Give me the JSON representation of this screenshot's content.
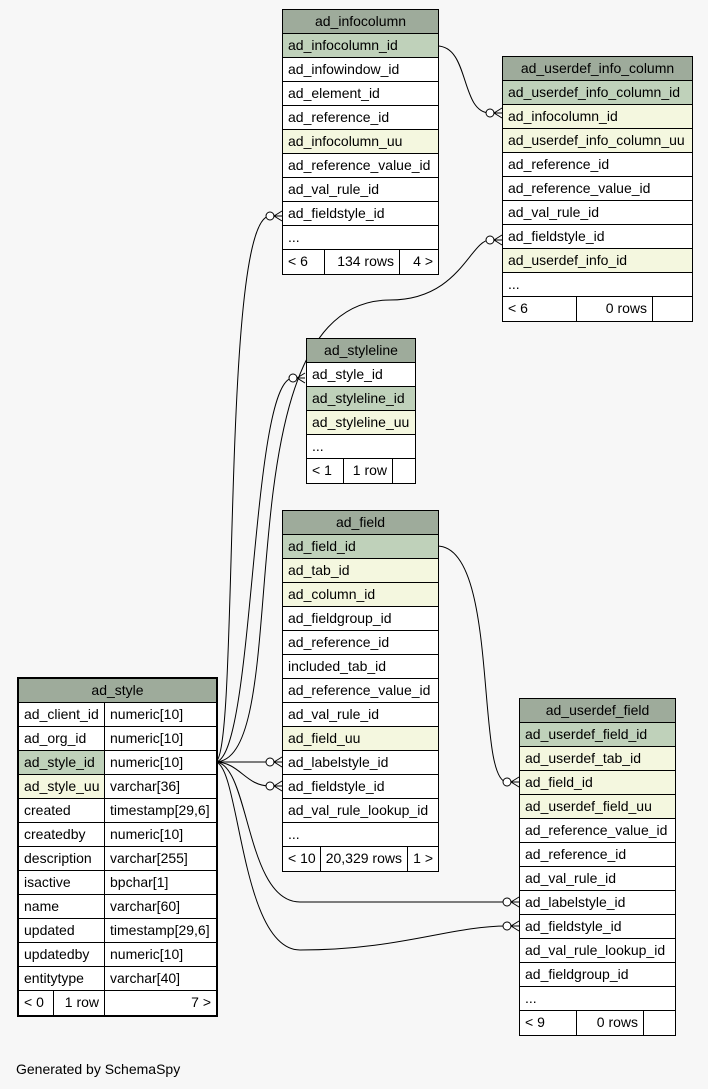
{
  "tables": {
    "ad_infocolumn": {
      "name": "ad_infocolumn",
      "columns": [
        {
          "name": "ad_infocolumn_id",
          "kind": "pk"
        },
        {
          "name": "ad_infowindow_id",
          "kind": "plain"
        },
        {
          "name": "ad_element_id",
          "kind": "plain"
        },
        {
          "name": "ad_reference_id",
          "kind": "plain"
        },
        {
          "name": "ad_infocolumn_uu",
          "kind": "fk"
        },
        {
          "name": "ad_reference_value_id",
          "kind": "plain"
        },
        {
          "name": "ad_val_rule_id",
          "kind": "plain"
        },
        {
          "name": "ad_fieldstyle_id",
          "kind": "plain"
        },
        {
          "name": "...",
          "kind": "plain"
        }
      ],
      "footer": {
        "parents": "< 6",
        "rows": "134 rows",
        "children": "4 >"
      }
    },
    "ad_userdef_info_column": {
      "name": "ad_userdef_info_column",
      "columns": [
        {
          "name": "ad_userdef_info_column_id",
          "kind": "pk"
        },
        {
          "name": "ad_infocolumn_id",
          "kind": "fk"
        },
        {
          "name": "ad_userdef_info_column_uu",
          "kind": "fk"
        },
        {
          "name": "ad_reference_id",
          "kind": "plain"
        },
        {
          "name": "ad_reference_value_id",
          "kind": "plain"
        },
        {
          "name": "ad_val_rule_id",
          "kind": "plain"
        },
        {
          "name": "ad_fieldstyle_id",
          "kind": "plain"
        },
        {
          "name": "ad_userdef_info_id",
          "kind": "fk"
        },
        {
          "name": "...",
          "kind": "plain"
        }
      ],
      "footer": {
        "parents": "< 6",
        "rows": "0 rows",
        "children": ""
      }
    },
    "ad_styleline": {
      "name": "ad_styleline",
      "columns": [
        {
          "name": "ad_style_id",
          "kind": "plain"
        },
        {
          "name": "ad_styleline_id",
          "kind": "pk"
        },
        {
          "name": "ad_styleline_uu",
          "kind": "fk"
        },
        {
          "name": "...",
          "kind": "plain"
        }
      ],
      "footer": {
        "parents": "< 1",
        "rows": "1 row",
        "children": ""
      }
    },
    "ad_field": {
      "name": "ad_field",
      "columns": [
        {
          "name": "ad_field_id",
          "kind": "pk"
        },
        {
          "name": "ad_tab_id",
          "kind": "fk"
        },
        {
          "name": "ad_column_id",
          "kind": "fk"
        },
        {
          "name": "ad_fieldgroup_id",
          "kind": "plain"
        },
        {
          "name": "ad_reference_id",
          "kind": "plain"
        },
        {
          "name": "included_tab_id",
          "kind": "plain"
        },
        {
          "name": "ad_reference_value_id",
          "kind": "plain"
        },
        {
          "name": "ad_val_rule_id",
          "kind": "plain"
        },
        {
          "name": "ad_field_uu",
          "kind": "fk"
        },
        {
          "name": "ad_labelstyle_id",
          "kind": "plain"
        },
        {
          "name": "ad_fieldstyle_id",
          "kind": "plain"
        },
        {
          "name": "ad_val_rule_lookup_id",
          "kind": "plain"
        },
        {
          "name": "...",
          "kind": "plain"
        }
      ],
      "footer": {
        "parents": "< 10",
        "rows": "20,329 rows",
        "children": "1 >"
      }
    },
    "ad_userdef_field": {
      "name": "ad_userdef_field",
      "columns": [
        {
          "name": "ad_userdef_field_id",
          "kind": "pk"
        },
        {
          "name": "ad_userdef_tab_id",
          "kind": "fk"
        },
        {
          "name": "ad_field_id",
          "kind": "fk"
        },
        {
          "name": "ad_userdef_field_uu",
          "kind": "fk"
        },
        {
          "name": "ad_reference_value_id",
          "kind": "plain"
        },
        {
          "name": "ad_reference_id",
          "kind": "plain"
        },
        {
          "name": "ad_val_rule_id",
          "kind": "plain"
        },
        {
          "name": "ad_labelstyle_id",
          "kind": "plain"
        },
        {
          "name": "ad_fieldstyle_id",
          "kind": "plain"
        },
        {
          "name": "ad_val_rule_lookup_id",
          "kind": "plain"
        },
        {
          "name": "ad_fieldgroup_id",
          "kind": "plain"
        },
        {
          "name": "...",
          "kind": "plain"
        }
      ],
      "footer": {
        "parents": "< 9",
        "rows": "0 rows",
        "children": ""
      }
    },
    "ad_style": {
      "name": "ad_style",
      "columns": [
        {
          "name": "ad_client_id",
          "type": "numeric[10]",
          "kind": "plain"
        },
        {
          "name": "ad_org_id",
          "type": "numeric[10]",
          "kind": "plain"
        },
        {
          "name": "ad_style_id",
          "type": "numeric[10]",
          "kind": "pk"
        },
        {
          "name": "ad_style_uu",
          "type": "varchar[36]",
          "kind": "fk"
        },
        {
          "name": "created",
          "type": "timestamp[29,6]",
          "kind": "plain"
        },
        {
          "name": "createdby",
          "type": "numeric[10]",
          "kind": "plain"
        },
        {
          "name": "description",
          "type": "varchar[255]",
          "kind": "plain"
        },
        {
          "name": "isactive",
          "type": "bpchar[1]",
          "kind": "plain"
        },
        {
          "name": "name",
          "type": "varchar[60]",
          "kind": "plain"
        },
        {
          "name": "updated",
          "type": "timestamp[29,6]",
          "kind": "plain"
        },
        {
          "name": "updatedby",
          "type": "numeric[10]",
          "kind": "plain"
        },
        {
          "name": "entitytype",
          "type": "varchar[40]",
          "kind": "plain"
        }
      ],
      "footer": {
        "parents": "< 0",
        "rows": "1 row",
        "children": "7 >"
      }
    }
  },
  "footer_text": "Generated by SchemaSpy"
}
